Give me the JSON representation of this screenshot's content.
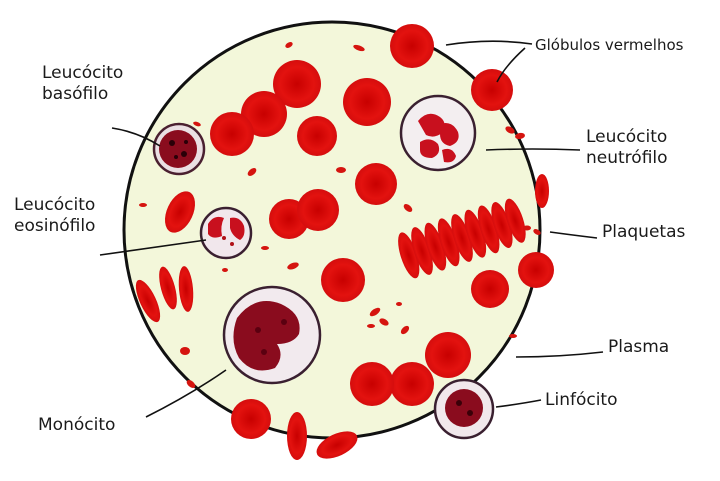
{
  "labels": {
    "globulos": "Glóbulos vermelhos",
    "basofilo": [
      "Leucócito",
      "basófilo"
    ],
    "neutrofilo": [
      "Leucócito",
      "neutrófilo"
    ],
    "eosinofilo": [
      "Leucócito",
      "eosinófilo"
    ],
    "plaquetas": "Plaquetas",
    "plasma": "Plasma",
    "monocito": "Monócito",
    "linfocito": "Linfócito"
  },
  "colors": {
    "plasma": "#f3f7da",
    "red_cell": "#e0100f",
    "red_cell_center": "#c40000",
    "nucleus": "#8a0c1e",
    "outline": "#111111"
  }
}
